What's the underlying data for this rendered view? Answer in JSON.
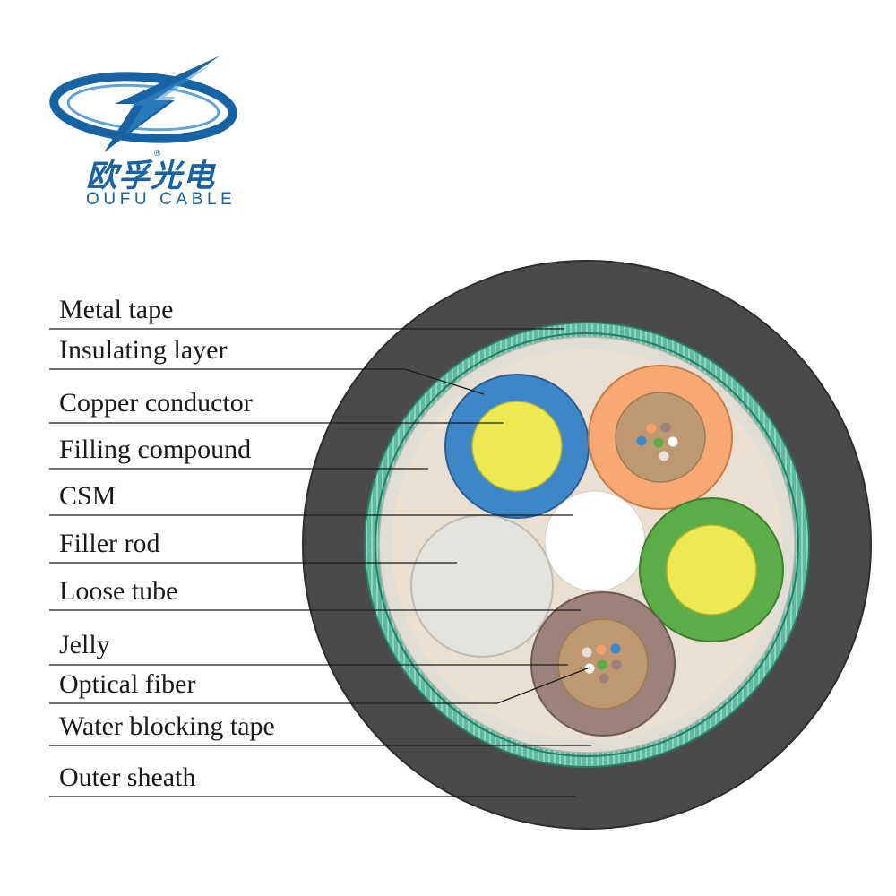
{
  "logo": {
    "chinese": "欧孚光电",
    "english": "OUFU CABLE",
    "registered": "®",
    "colors": {
      "primary": "#1763a3",
      "secondary": "#3a8ccc"
    }
  },
  "labels": [
    "Metal tape",
    "Insulating layer",
    "Copper conductor",
    "Filling compound",
    "CSM",
    "Filler rod",
    "Loose tube",
    "Jelly",
    "Optical fiber",
    "Water blocking tape",
    "Outer sheath"
  ],
  "colors": {
    "outer_sheath": "#4a4a4a",
    "metal_tape": "#5dba9e",
    "water_blocking_tape": "#e0dcd6",
    "filling_compound": "#eae0d2",
    "insulation_blue": "#3d86c8",
    "insulation_green": "#5cad47",
    "copper_yellow": "#ecea50",
    "loose_tube_orange": "#f8a872",
    "loose_tube_brown": "#9c8278",
    "jelly": "#bd9870",
    "filler_rod": "#e5e3de",
    "csm": "#ffffff"
  },
  "fiber_colors": [
    "#f4a06a",
    "#9c8278",
    "#3d86c8",
    "#5cad47",
    "#ffffff",
    "#e8e0d8"
  ]
}
